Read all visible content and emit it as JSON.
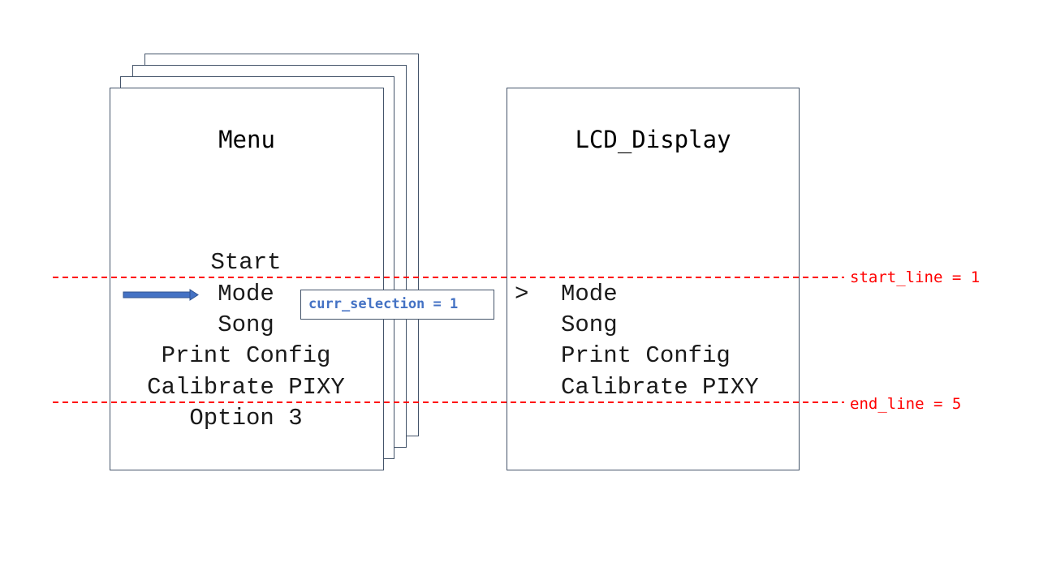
{
  "menu": {
    "title": "Menu",
    "items": [
      "Start",
      "Mode",
      "Song",
      "Print Config",
      "Calibrate PIXY",
      "Option 3"
    ]
  },
  "lcd_display": {
    "title": "LCD_Display",
    "cursor": ">",
    "items": [
      "Mode",
      "Song",
      "Print Config",
      "Calibrate PIXY"
    ]
  },
  "curr_selection": {
    "label": "curr_selection = 1"
  },
  "lines": {
    "start": {
      "label": "start_line = 1"
    },
    "end": {
      "label": "end_line = 5"
    }
  },
  "colors": {
    "panel_border": "#44546a",
    "arrow": "#4472c4",
    "selection_text": "#4472c4",
    "dashed_line": "#ff0000",
    "line_label": "#ff0000"
  }
}
